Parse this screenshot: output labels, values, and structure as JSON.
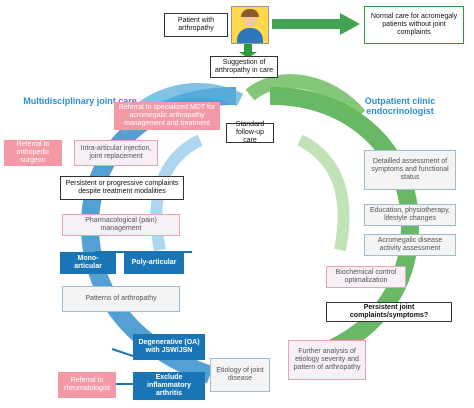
{
  "headings": {
    "left": "Multidisciplinary joint care",
    "right": "Outpatient clinic endocrinologist"
  },
  "boxes": {
    "patient": "Patient with arthropathy",
    "normal_care": "Normal care for acromegaly patients without joint complaints",
    "suggestion": "Suggestion of arthropathy in care",
    "standard": "Standard follow-up care",
    "referral_mdt": "Referral to specialized MDT for acromegalic arthropathy management and treatment",
    "referral_ortho": "Referral to orthopedic surgeon",
    "injection": "Intra-articular injection, joint replacement",
    "persistent_left": "Persistent or progressive complaints despite treatment modalities",
    "pharma": "Pharmacological (pain) management",
    "mono": "Mono-articular",
    "poly": "Poly-articular",
    "patterns": "Patterns of arthropathy",
    "degenerative": "Degenerative (OA) with JSW/JSN",
    "exclude": "Exclude inflammatory arthritis",
    "referral_rheum": "Referral to rheumatologist",
    "etiology": "Etiology of joint disease",
    "further": "Further analysis of etiology severity and pattern of arthropathy",
    "persistent_right": "Persistent joint complaints/symptoms?",
    "biochem": "Biochemical control optimalization",
    "acro_activity": "Acromegalic disease activity assessment",
    "education": "Education, physiotherapy, lifestyle changes",
    "detailed": "Detailled assessment of symptoms and functional status"
  },
  "colors": {
    "blue_accent": "#1a75b7",
    "green_accent": "#2e9a3f",
    "pink_accent": "#f39aa6",
    "heading_blue": "#2d8fd0"
  },
  "icons": [
    "person-avatar-icon"
  ]
}
